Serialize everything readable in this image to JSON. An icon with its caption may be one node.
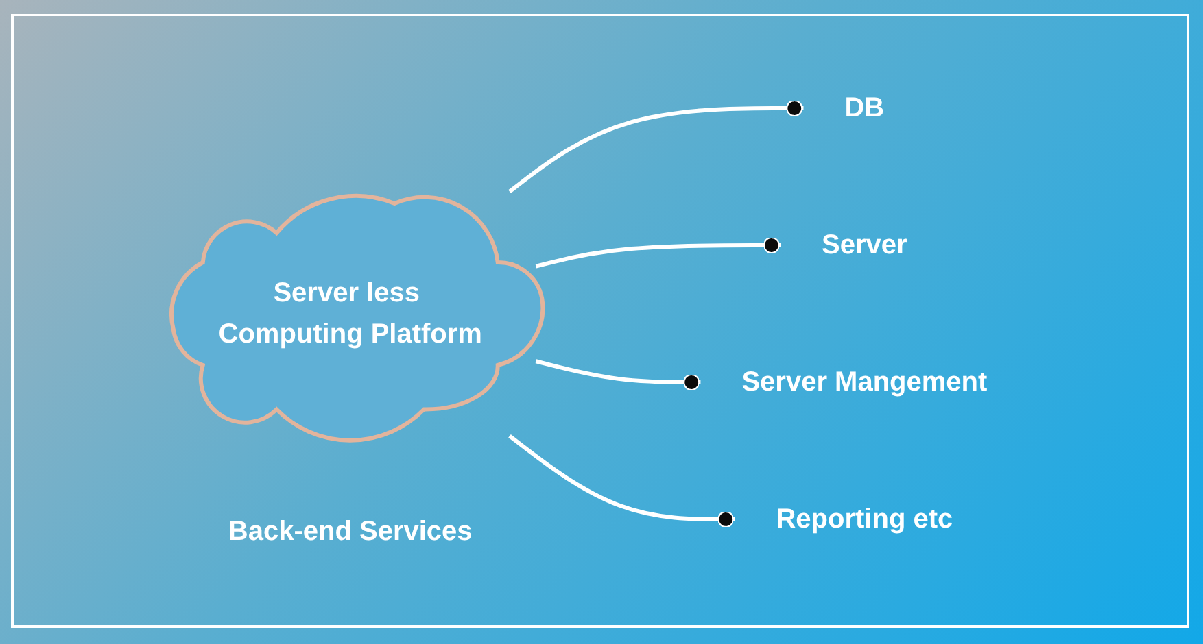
{
  "diagram": {
    "nodes": [
      {
        "text": [
          "Server less Computing Platform"
        ]
      },
      {
        "text": [
          "DB"
        ]
      },
      {
        "text": [
          "Back-end Services"
        ]
      },
      {
        "text": [
          "Server"
        ]
      },
      {
        "text": [
          "Server Mangement"
        ]
      },
      {
        "text": [
          "Reporting etc"
        ]
      }
    ],
    "edges": [
      {
        "from": 0,
        "to": 1,
        "arrow": "other"
      },
      {
        "from": 0,
        "to": 3,
        "arrow": "other"
      },
      {
        "from": 0,
        "to": 4,
        "arrow": "other"
      },
      {
        "from": 0,
        "to": 5,
        "arrow": "other"
      }
    ]
  }
}
